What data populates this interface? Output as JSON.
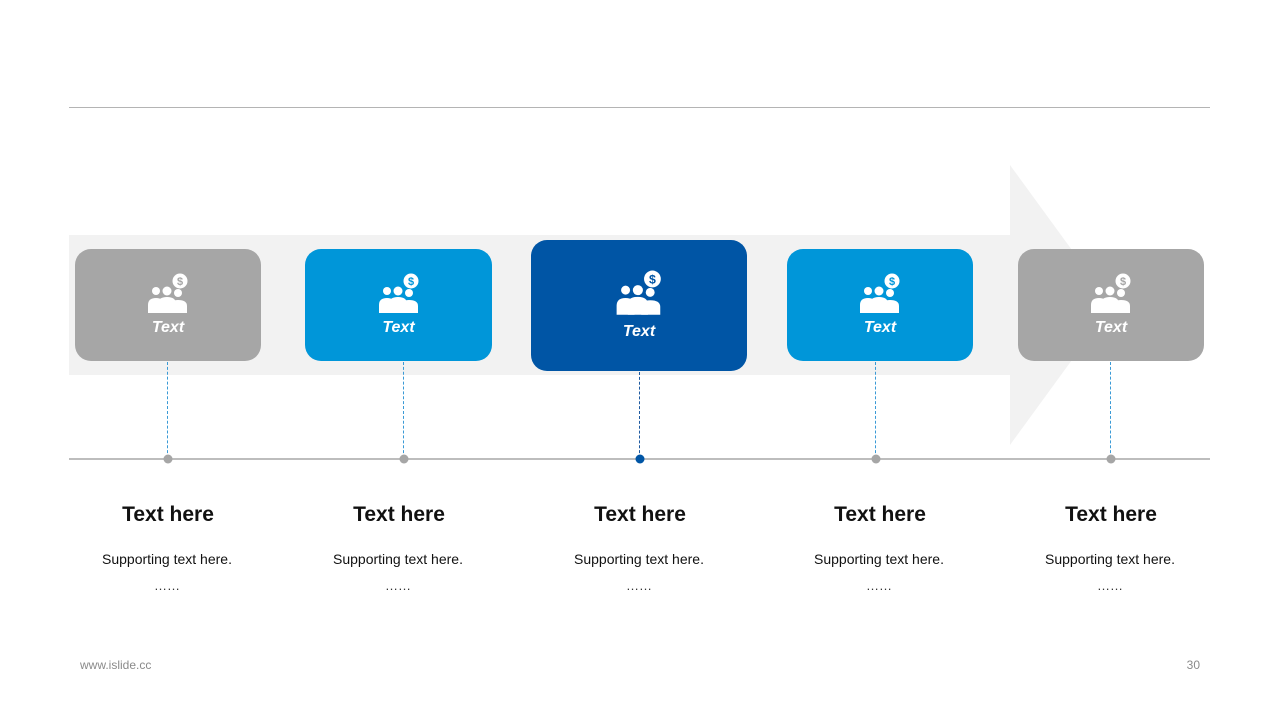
{
  "steps": [
    {
      "card_label": "Text",
      "title": "Text here",
      "support": "Supporting text here.",
      "ellipsis": "……",
      "color": "#a6a6a6"
    },
    {
      "card_label": "Text",
      "title": "Text here",
      "support": "Supporting text here.",
      "ellipsis": "……",
      "color": "#0096d9"
    },
    {
      "card_label": "Text",
      "title": "Text here",
      "support": "Supporting text here.",
      "ellipsis": "……",
      "color": "#0055a5"
    },
    {
      "card_label": "Text",
      "title": "Text here",
      "support": "Supporting text here.",
      "ellipsis": "……",
      "color": "#0096d9"
    },
    {
      "card_label": "Text",
      "title": "Text here",
      "support": "Supporting text here.",
      "ellipsis": "……",
      "color": "#a6a6a6"
    }
  ],
  "icon": "people-money-icon",
  "colors": {
    "arrow": "#f2f2f2",
    "line": "#bdbdbd",
    "connector": "#3a9ad6"
  },
  "footer": {
    "website": "www.islide.cc",
    "page_number": "30"
  }
}
